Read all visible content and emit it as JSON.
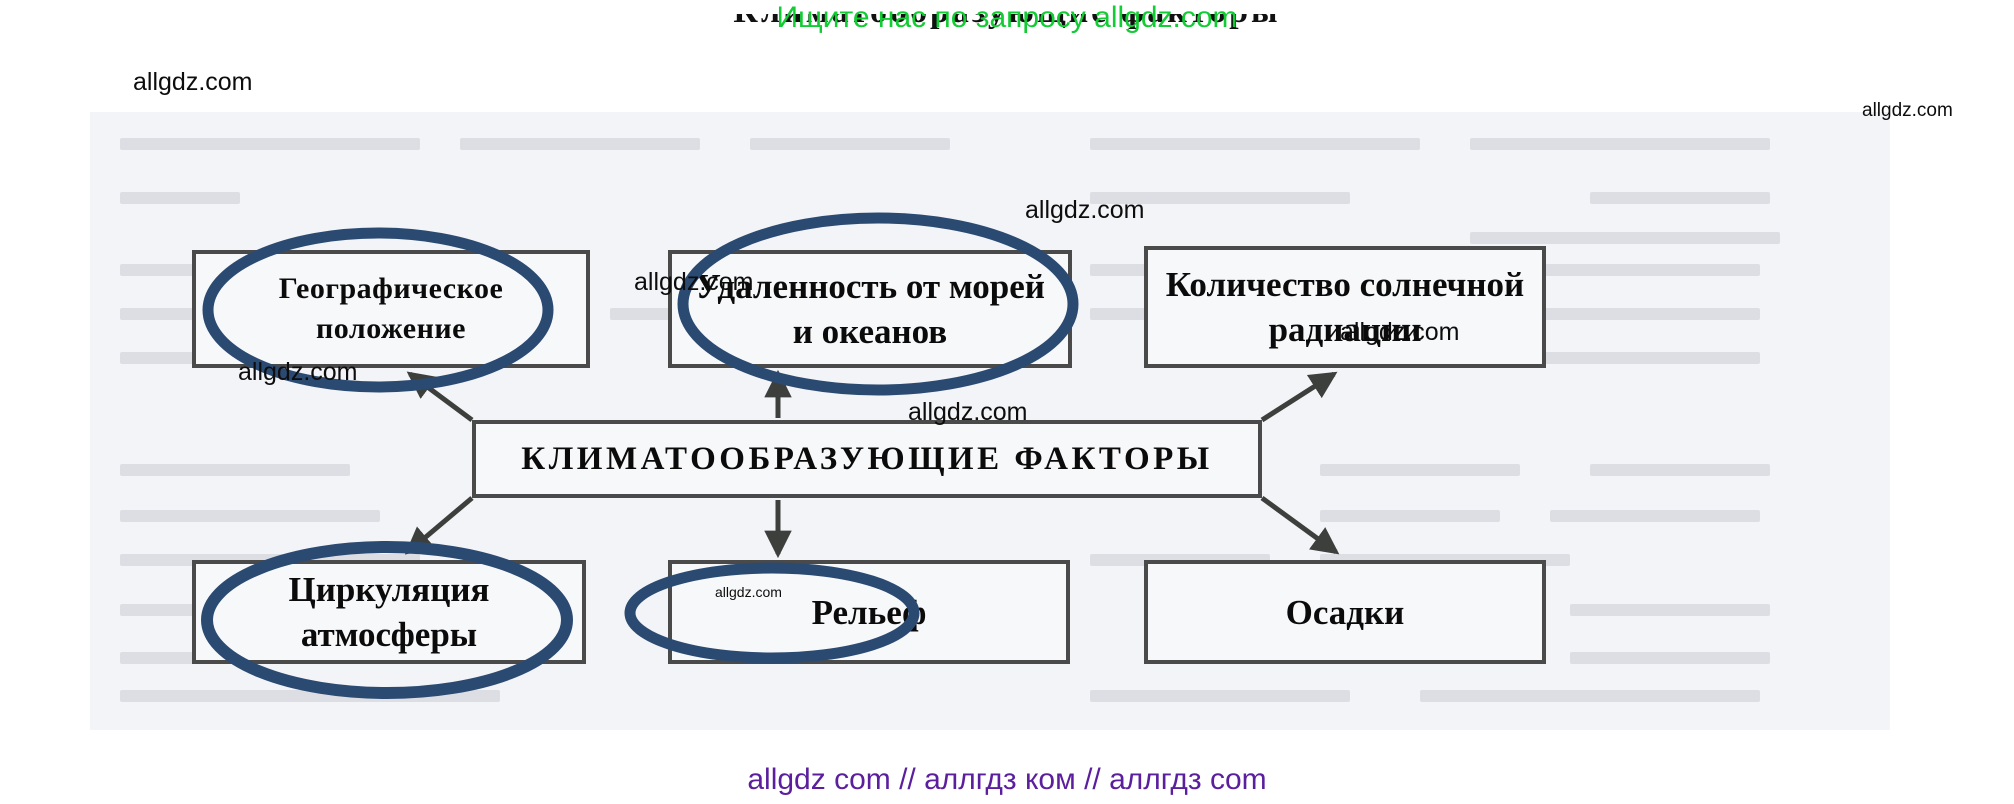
{
  "promo": {
    "text": "Ищите нас по запросу allgdz.com",
    "color": "#11cc33"
  },
  "clipped_title": {
    "text": "Климатообразующие факторы"
  },
  "diagram": {
    "center": {
      "label": "КЛИМАТООБРАЗУЮЩИЕ ФАКТОРЫ",
      "circled": false
    },
    "nodes": [
      {
        "id": "geo",
        "label": "Географическое положение",
        "circled": true
      },
      {
        "id": "distance",
        "label": "Удаленность от морей и океанов",
        "circled": true
      },
      {
        "id": "solar",
        "label": "Количество солнечной радиации",
        "circled": false
      },
      {
        "id": "circ",
        "label": "Циркуляция атмосферы",
        "circled": true
      },
      {
        "id": "relief",
        "label": "Рельеф",
        "circled": true
      },
      {
        "id": "precip",
        "label": "Осадки",
        "circled": false
      }
    ],
    "annotation_color": "#2b4a72",
    "box_border_color": "#4a4a4a"
  },
  "watermarks": {
    "top_left": "allgdz.com",
    "top_right": "allgdz.com",
    "mid_solar": "allgdz.com",
    "above_center_arrow": "allgdz.com",
    "left_of_center": "allgdz.com",
    "right_upper": "allgdz.com",
    "below_center": "allgdz.com",
    "inside_relief": "allgdz.com"
  },
  "footer": {
    "text": "allgdz com  //  аллгдз ком  //  аллгдз com",
    "color": "#5b1f9e"
  }
}
